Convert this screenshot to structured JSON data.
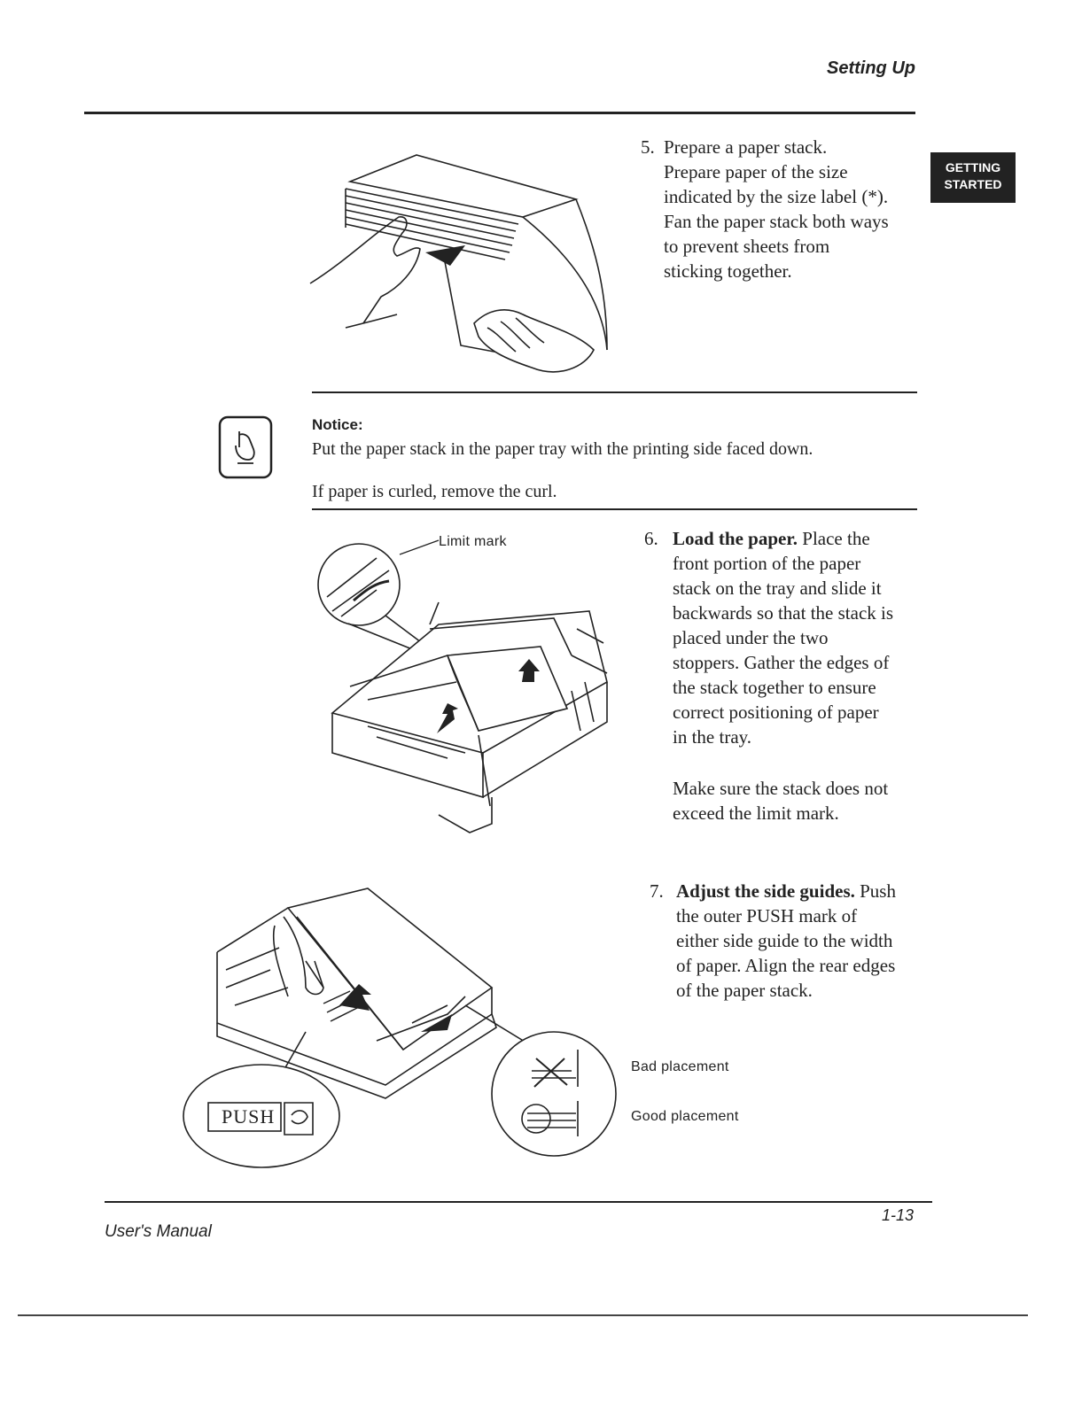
{
  "header": {
    "title": "Setting Up"
  },
  "side_tab": {
    "line1": "GETTING",
    "line2": "STARTED"
  },
  "step5": {
    "number": "5.",
    "heading": "Prepare a paper stack.",
    "lines": [
      "Prepare paper of the size",
      "indicated by the size label (*).",
      "Fan the paper stack both ways",
      "to prevent sheets from",
      "sticking together."
    ]
  },
  "notice": {
    "title": "Notice:",
    "line1": "Put the paper stack in the paper tray with the printing side faced down.",
    "line2": "If paper is curled, remove the curl."
  },
  "step6": {
    "number": "6.",
    "heading": "Load the paper.",
    "first_rest": " Place the",
    "lines": [
      "front portion of the paper",
      "stack on the tray and slide it",
      "backwards so that the stack is",
      "placed under the two",
      "stoppers. Gather the edges of",
      "the stack together to ensure",
      "correct positioning of paper",
      "in the tray."
    ],
    "note_lines": [
      "Make sure the stack does not",
      "exceed the limit mark."
    ]
  },
  "step7": {
    "number": "7.",
    "heading": "Adjust the side guides.",
    "first_rest": " Push",
    "lines": [
      "the outer PUSH mark of",
      "either side guide to the width",
      "of paper. Align the rear edges",
      "of the paper stack."
    ]
  },
  "figure_labels": {
    "limit_mark": "Limit mark",
    "push": "PUSH",
    "bad_placement": "Bad placement",
    "good_placement": "Good placement"
  },
  "footer": {
    "left": "User's Manual",
    "right": "1-13"
  }
}
